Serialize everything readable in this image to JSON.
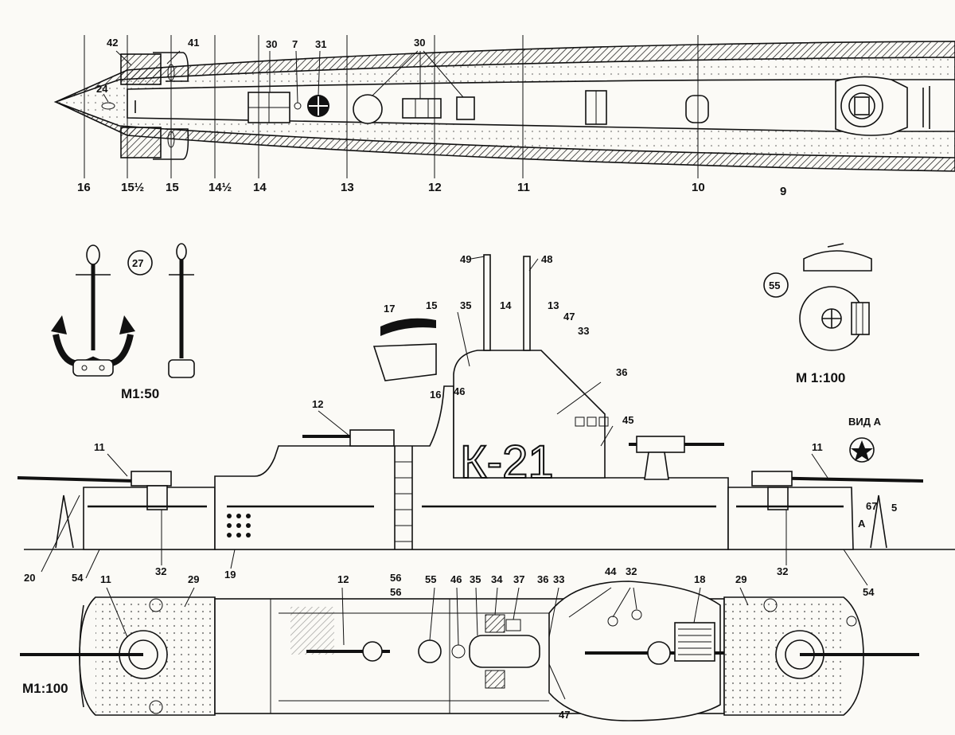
{
  "hull_name": "К-21",
  "scales": {
    "anchor": "М1:50",
    "hatch": "М 1:100",
    "plan": "М1:100"
  },
  "view_label": "ВИД А",
  "view_marker": "А",
  "circled": {
    "anchor": "27",
    "hatch": "55"
  },
  "frame_numbers": [
    "16",
    "15½",
    "15",
    "14½",
    "14",
    "13",
    "12",
    "11",
    "10",
    "9"
  ],
  "top_labels": [
    "42",
    "41",
    "24",
    "30",
    "7",
    "31",
    "30"
  ],
  "side_labels": [
    "49",
    "48",
    "17",
    "15",
    "35",
    "14",
    "13",
    "47",
    "33",
    "36",
    "16",
    "46",
    "12",
    "45",
    "11",
    "11",
    "67",
    "5",
    "20",
    "54",
    "32",
    "19",
    "56",
    "32",
    "54"
  ],
  "plan_labels": [
    "11",
    "29",
    "12",
    "56",
    "55",
    "46",
    "35",
    "34",
    "37",
    "36",
    "33",
    "44",
    "32",
    "18",
    "29",
    "47"
  ]
}
